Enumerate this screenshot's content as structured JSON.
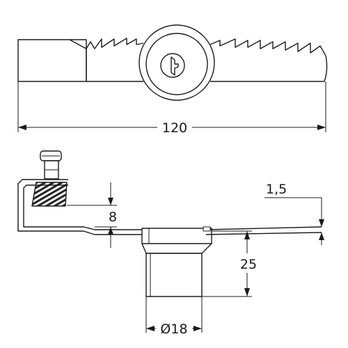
{
  "drawing": {
    "top_view": {
      "overall_length_label": "120"
    },
    "side_view": {
      "offset_label": "8",
      "height_label": "25",
      "thickness_label": "1,5",
      "diameter_label": "Ø18"
    }
  }
}
